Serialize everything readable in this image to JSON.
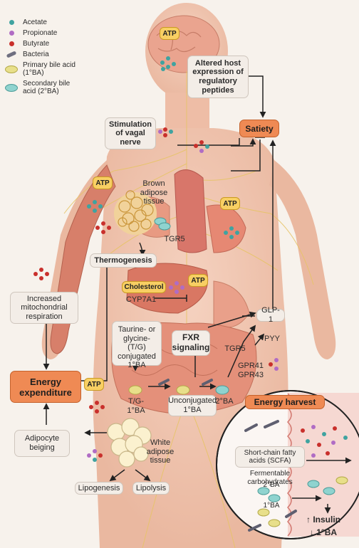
{
  "legend": [
    {
      "icon": "acetate-dot-icon",
      "label": "Acetate",
      "color": "#3fa3a0"
    },
    {
      "icon": "propionate-dot-icon",
      "label": "Propionate",
      "color": "#b06cc4"
    },
    {
      "icon": "butyrate-dot-icon",
      "label": "Butyrate",
      "color": "#c9302c"
    },
    {
      "icon": "bacteria-icon",
      "label": "Bacteria",
      "color": "#6f6f80"
    },
    {
      "icon": "primary-bile-acid-icon",
      "label": "Primary bile acid (1°BA)",
      "color": "#e8df8a"
    },
    {
      "icon": "secondary-bile-acid-icon",
      "label": "Secondary bile acid (2°BA)",
      "color": "#8fd3cf"
    }
  ],
  "labels": {
    "atp": "ATP",
    "altered_expression": "Altered host expression of regulatory peptides",
    "satiety": "Satiety",
    "vagal": "Stimulation of vagal nerve",
    "brown_adipose": "Brown adipose tissue",
    "tgr5_top": "TGR5",
    "thermogenesis": "Thermogenesis",
    "cholesterol": "Cholesterol",
    "cyp7a1": "CYP7A1",
    "conjugated": "Taurine- or glycine- (T/G) conjugated 1°BA",
    "fxr": "FXR signaling",
    "tgr5_mid": "TGR5",
    "glp1": "GLP-1",
    "pyy": "PYY",
    "gpr41": "GPR41",
    "gpr43": "GPR43",
    "increased_resp": "Increased mitochondrial respiration",
    "energy_expenditure": "Energy expenditure",
    "tg_1ba": "T/G- 1°BA",
    "unconjugated": "Unconjugated 1°BA",
    "secondary_2ba": "2°BA",
    "energy_harvest": "Energy harvest",
    "adipocyte_beiging": "Adipocyte beiging",
    "white_adipose": "White adipose tissue",
    "lipogenesis": "Lipogenesis",
    "lipolysis": "Lipolysis",
    "scfa": "Short-chain fatty acids (SCFA)",
    "fermentable": "Fermentable carbohydrates",
    "inset_2ba": "2°BA",
    "inset_1ba": "1°BA",
    "insulin": "↑ Insulin",
    "down_1ba": "↓ 1°BA"
  },
  "colors": {
    "body": "#f1c9b5",
    "organ": "#e88e74",
    "accent": "#ef8a54",
    "nerve": "#e7c467",
    "atp": "#f8cf63"
  }
}
